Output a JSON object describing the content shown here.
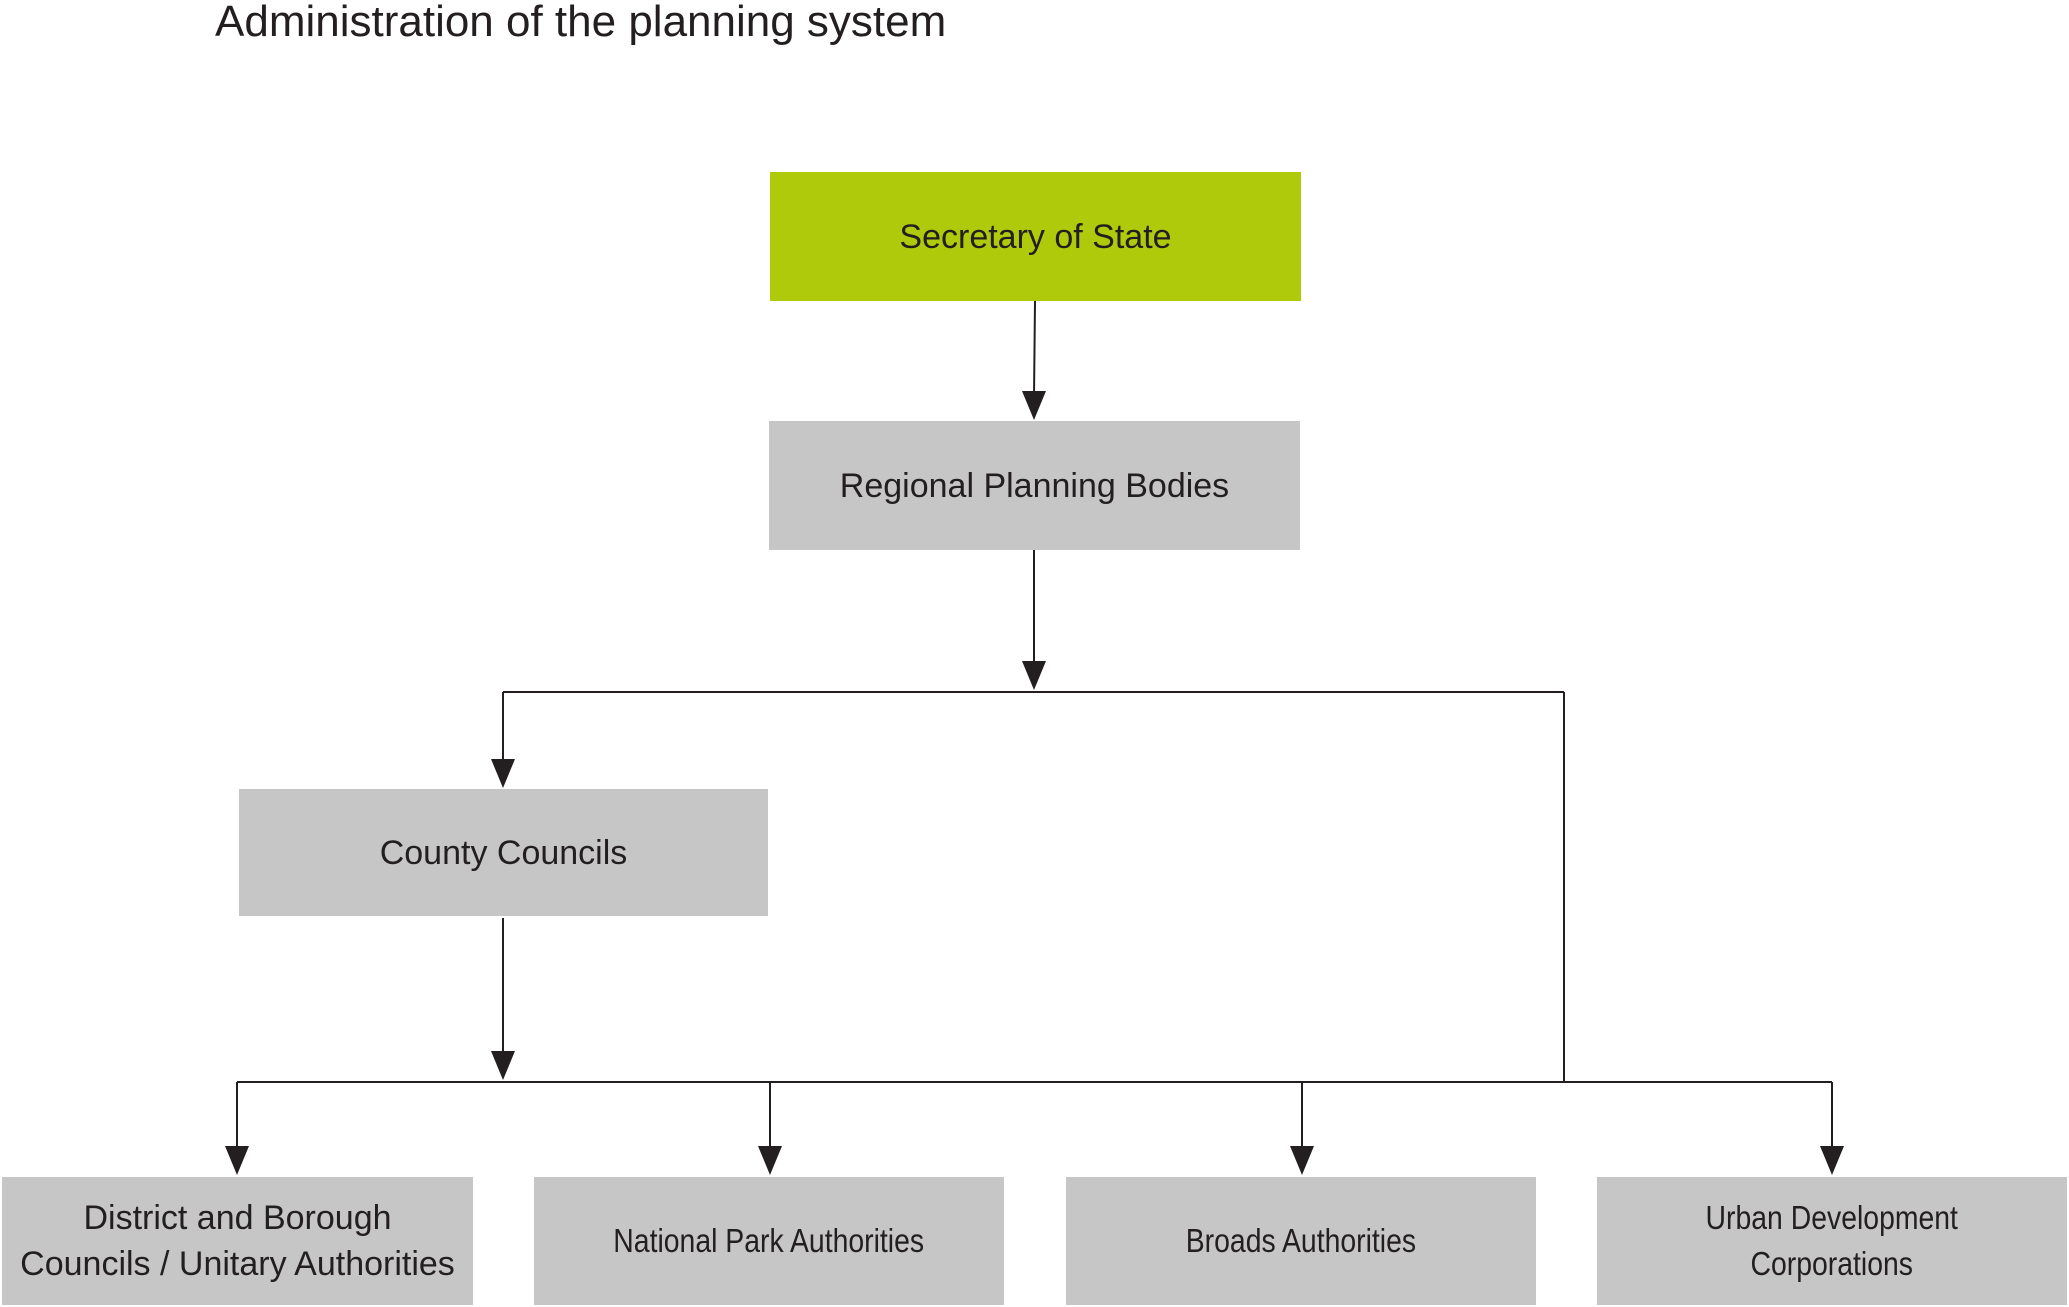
{
  "title": "Administration of the planning system",
  "nodes": {
    "secretary_of_state": "Secretary of State",
    "regional_planning_bodies": "Regional Planning Bodies",
    "county_councils": "County Councils",
    "district_borough_line1": "District and Borough",
    "district_borough_line2": "Councils / Unitary Authorities",
    "national_park_authorities": "National Park Authorities",
    "broads_authorities": "Broads Authorities",
    "urban_development_line1": "Urban Development",
    "urban_development_line2": "Corporations"
  },
  "colors": {
    "primary_box": "#afca0b",
    "secondary_box": "#c6c6c6",
    "connector": "#231f20"
  }
}
